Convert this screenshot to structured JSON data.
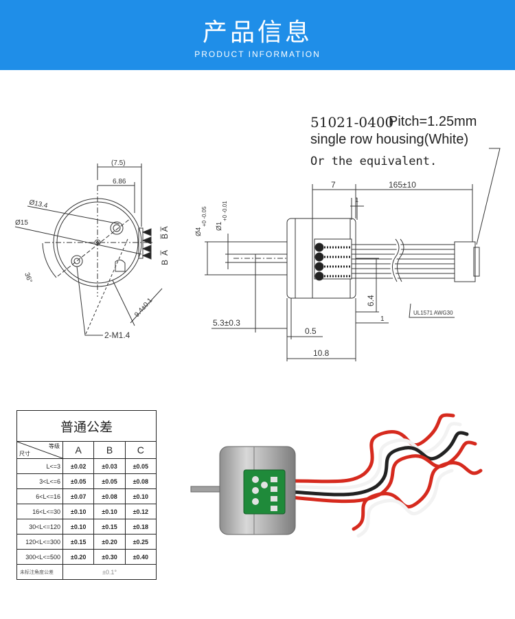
{
  "banner": {
    "title": "产品信息",
    "subtitle": "PRODUCT INFORMATION",
    "color": "#1f8ee8"
  },
  "connector": {
    "line1_part": "51021-0400",
    "line1_pitch": "Pitch=1.25mm",
    "line2": "single row housing(White)",
    "line3": "Or the equivalent."
  },
  "front_view": {
    "dim_7_5": "(7.5)",
    "dim_6_86": "6.86",
    "dim_d13_4": "Ø13.4",
    "dim_d15": "Ø15",
    "dim_36deg": "36°",
    "dim_9_4": "9.4±0.1",
    "dim_2m14": "2-M1.4",
    "pin_top": "B̅ A̅",
    "pin_top_letters": [
      "B̅",
      "A"
    ],
    "pin_bottom_letters": [
      "B",
      "A̅"
    ]
  },
  "side_view": {
    "dim_d4": "Ø4",
    "dim_d4_tol": "+0 -0.05",
    "dim_d1": "Ø1",
    "dim_d1_tol": "+0 -0.01",
    "dim_7": "7",
    "dim_165": "165±10",
    "dim_1_top": "1",
    "dim_6_4": "6.4",
    "dim_1_right": "1",
    "dim_5_3": "5.3±0.3",
    "dim_0_5": "0.5",
    "dim_10_8": "10.8",
    "cable_label": "UL1571  AWG30"
  },
  "tolerance_table": {
    "title": "普通公差",
    "corner_top": "等级",
    "corner_bottom": "尺寸",
    "columns": [
      "A",
      "B",
      "C"
    ],
    "rows": [
      {
        "range": "L<=3",
        "values": [
          "±0.02",
          "±0.03",
          "±0.05"
        ]
      },
      {
        "range": "3<L<=6",
        "values": [
          "±0.05",
          "±0.05",
          "±0.08"
        ]
      },
      {
        "range": "6<L<=16",
        "values": [
          "±0.07",
          "±0.08",
          "±0.10"
        ]
      },
      {
        "range": "16<L<=30",
        "values": [
          "±0.10",
          "±0.10",
          "±0.12"
        ]
      },
      {
        "range": "30<L<=120",
        "values": [
          "±0.10",
          "±0.15",
          "±0.18"
        ]
      },
      {
        "range": "120<L<=300",
        "values": [
          "±0.15",
          "±0.20",
          "±0.25"
        ]
      },
      {
        "range": "300<L<=500",
        "values": [
          "±0.20",
          "±0.30",
          "±0.40"
        ]
      }
    ],
    "footer_label": "未标注角度公差",
    "footer_value": "±0.1°"
  }
}
